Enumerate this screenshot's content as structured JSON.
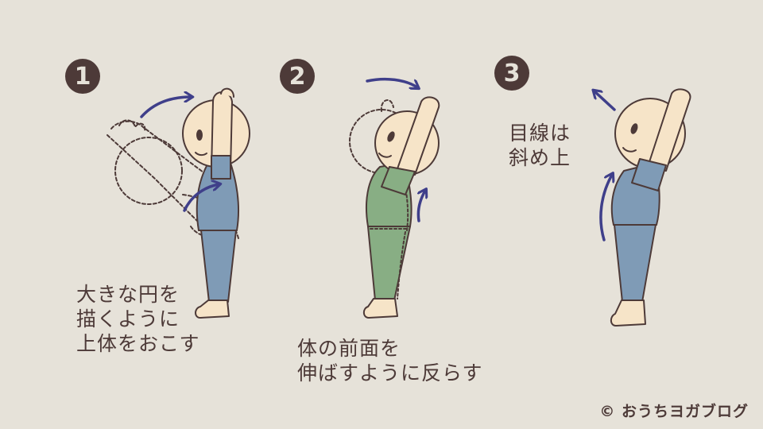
{
  "steps": [
    {
      "number": "1",
      "caption": "大きな円を\n描くように\n上体をおこす",
      "outfit_color": "#7f9bb6"
    },
    {
      "number": "2",
      "caption": "体の前面を\n伸ばすように反らす",
      "outfit_color": "#88ae84"
    },
    {
      "number": "3",
      "caption": "目線は\n斜め上",
      "outfit_color": "#7f9bb6"
    }
  ],
  "credit": "© おうちヨガブログ",
  "colors": {
    "background": "#e6e2d9",
    "ink": "#4d3a38",
    "skin": "#f6e4c8",
    "arrow": "#3f3f8a"
  }
}
